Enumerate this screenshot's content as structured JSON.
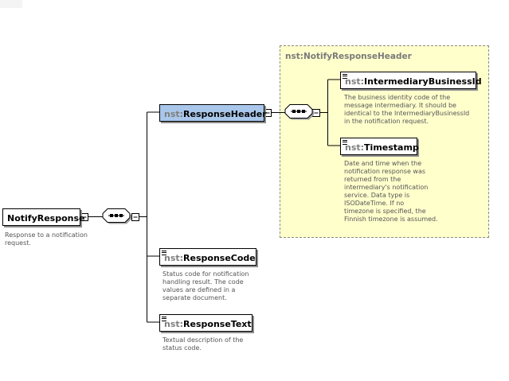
{
  "root": {
    "name": "NotifyResponse",
    "description": [
      "Response to a notification",
      "request."
    ]
  },
  "children": [
    {
      "prefix": "nst:",
      "name": "ResponseHeader",
      "description": []
    },
    {
      "prefix": "nst:",
      "name": "ResponseCode",
      "description": [
        "Status code for notification",
        "handling result. The code",
        "values are defined in a",
        "separate document."
      ]
    },
    {
      "prefix": "nst:",
      "name": "ResponseText",
      "description": [
        "Textual description of the",
        "status code."
      ]
    }
  ],
  "header_group": {
    "title": "nst:NotifyResponseHeader",
    "children": [
      {
        "prefix": "nst:",
        "name": "IntermediaryBusinessId",
        "description": [
          "The business identity code of the",
          "message intermediary. It should be",
          "identical to the IntermediaryBusinessId",
          "in the notification request."
        ]
      },
      {
        "prefix": "nst:",
        "name": "Timestamp",
        "description": [
          "Date and time when the",
          "notification response was",
          "returned from the",
          "intermediary's notification",
          "service. Data type is",
          "ISODateTime. If no",
          "timezone is specified, the",
          "Finnish timezone is assumed."
        ]
      }
    ]
  },
  "colors": {
    "header_fill": "#a9c7ea",
    "group_fill": "#ffffcc",
    "connector": "#000000",
    "prefix_text": "#7f7f7f",
    "description_text": "#555555"
  },
  "icons": [
    "element-lines-icon",
    "collapse-minus-icon",
    "sequence-compositor-icon"
  ]
}
